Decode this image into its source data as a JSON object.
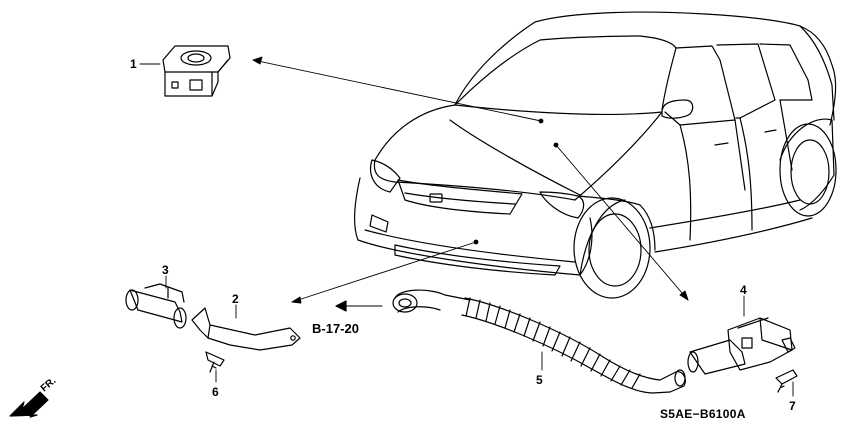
{
  "diagram": {
    "callouts": [
      {
        "id": "1",
        "label": "1"
      },
      {
        "id": "2",
        "label": "2"
      },
      {
        "id": "3",
        "label": "3"
      },
      {
        "id": "4",
        "label": "4"
      },
      {
        "id": "5",
        "label": "5"
      },
      {
        "id": "6",
        "label": "6"
      },
      {
        "id": "7",
        "label": "7"
      }
    ],
    "reference": "B-17-20",
    "diagram_code": "S5AE−B6100A",
    "direction_label": "FR."
  },
  "colors": {
    "ink": "#000000",
    "background": "#ffffff"
  },
  "icons": {
    "direction": "front-direction-arrow-icon",
    "reference": "reference-arrow-icon"
  }
}
